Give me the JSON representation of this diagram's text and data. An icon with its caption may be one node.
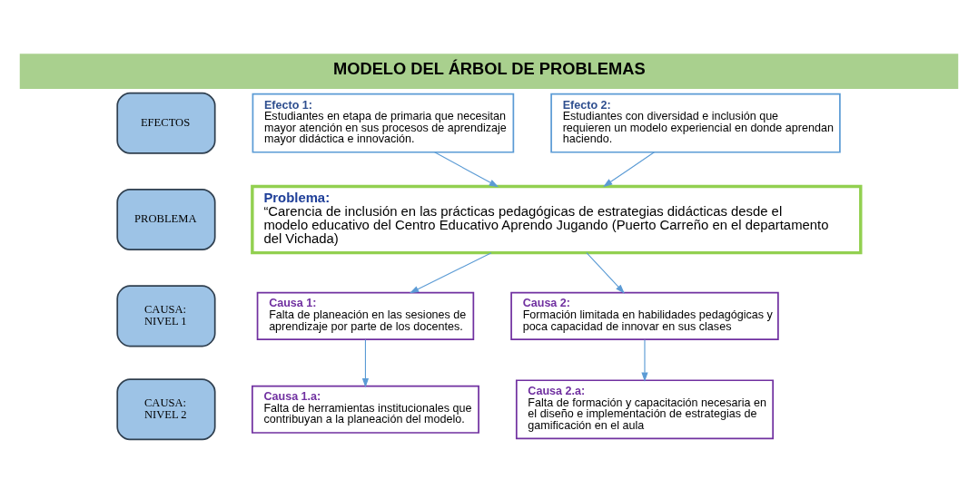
{
  "diagram": {
    "title": "MODELO DEL ÁRBOL DE PROBLEMAS",
    "nodes": [
      {
        "text": [
          "EFECTOS"
        ]
      },
      {
        "text": [
          "Efecto 1:",
          "Estudiantes en etapa de primaria que necesitan mayor atención en sus procesos de aprendizaje mayor didáctica e innovación."
        ]
      },
      {
        "text": [
          "Efecto 2:",
          "Estudiantes con diversidad e inclusión que requieren un modelo experiencial en donde aprendan haciendo."
        ]
      },
      {
        "text": [
          "PROBLEMA"
        ]
      },
      {
        "text": [
          "Problema:",
          "“Carencia de inclusión en las prácticas pedagógicas de estrategias didácticas desde el modelo educativo del Centro Educativo Aprendo Jugando (Puerto Carreño en el departamento del Vichada)"
        ]
      },
      {
        "text": [
          "CAUSA: NIVEL 1"
        ]
      },
      {
        "text": [
          "Causa 1:",
          "Falta de planeación en las sesiones de aprendizaje por parte de los docentes."
        ]
      },
      {
        "text": [
          "Causa 2:",
          "Formación limitada en habilidades pedagógicas y poca capacidad de innovar en sus clases"
        ]
      },
      {
        "text": [
          "CAUSA: NIVEL 2"
        ]
      },
      {
        "text": [
          "Causa 1.a:",
          "Falta de herramientas institucionales que contribuyan a la planeación del modelo."
        ]
      },
      {
        "text": [
          "Causa 2.a:",
          "Falta de formación y capacitación necesaria en el diseño e implementación de estrategias de gamificación en el aula"
        ]
      }
    ],
    "edges": [
      {
        "from": 1,
        "to": 4,
        "arrow": "to"
      },
      {
        "from": 2,
        "to": 4,
        "arrow": "to"
      },
      {
        "from": 4,
        "to": 6,
        "arrow": "to"
      },
      {
        "from": 4,
        "to": 7,
        "arrow": "to"
      },
      {
        "from": 6,
        "to": 9,
        "arrow": "to"
      },
      {
        "from": 7,
        "to": 10,
        "arrow": "to"
      }
    ]
  }
}
